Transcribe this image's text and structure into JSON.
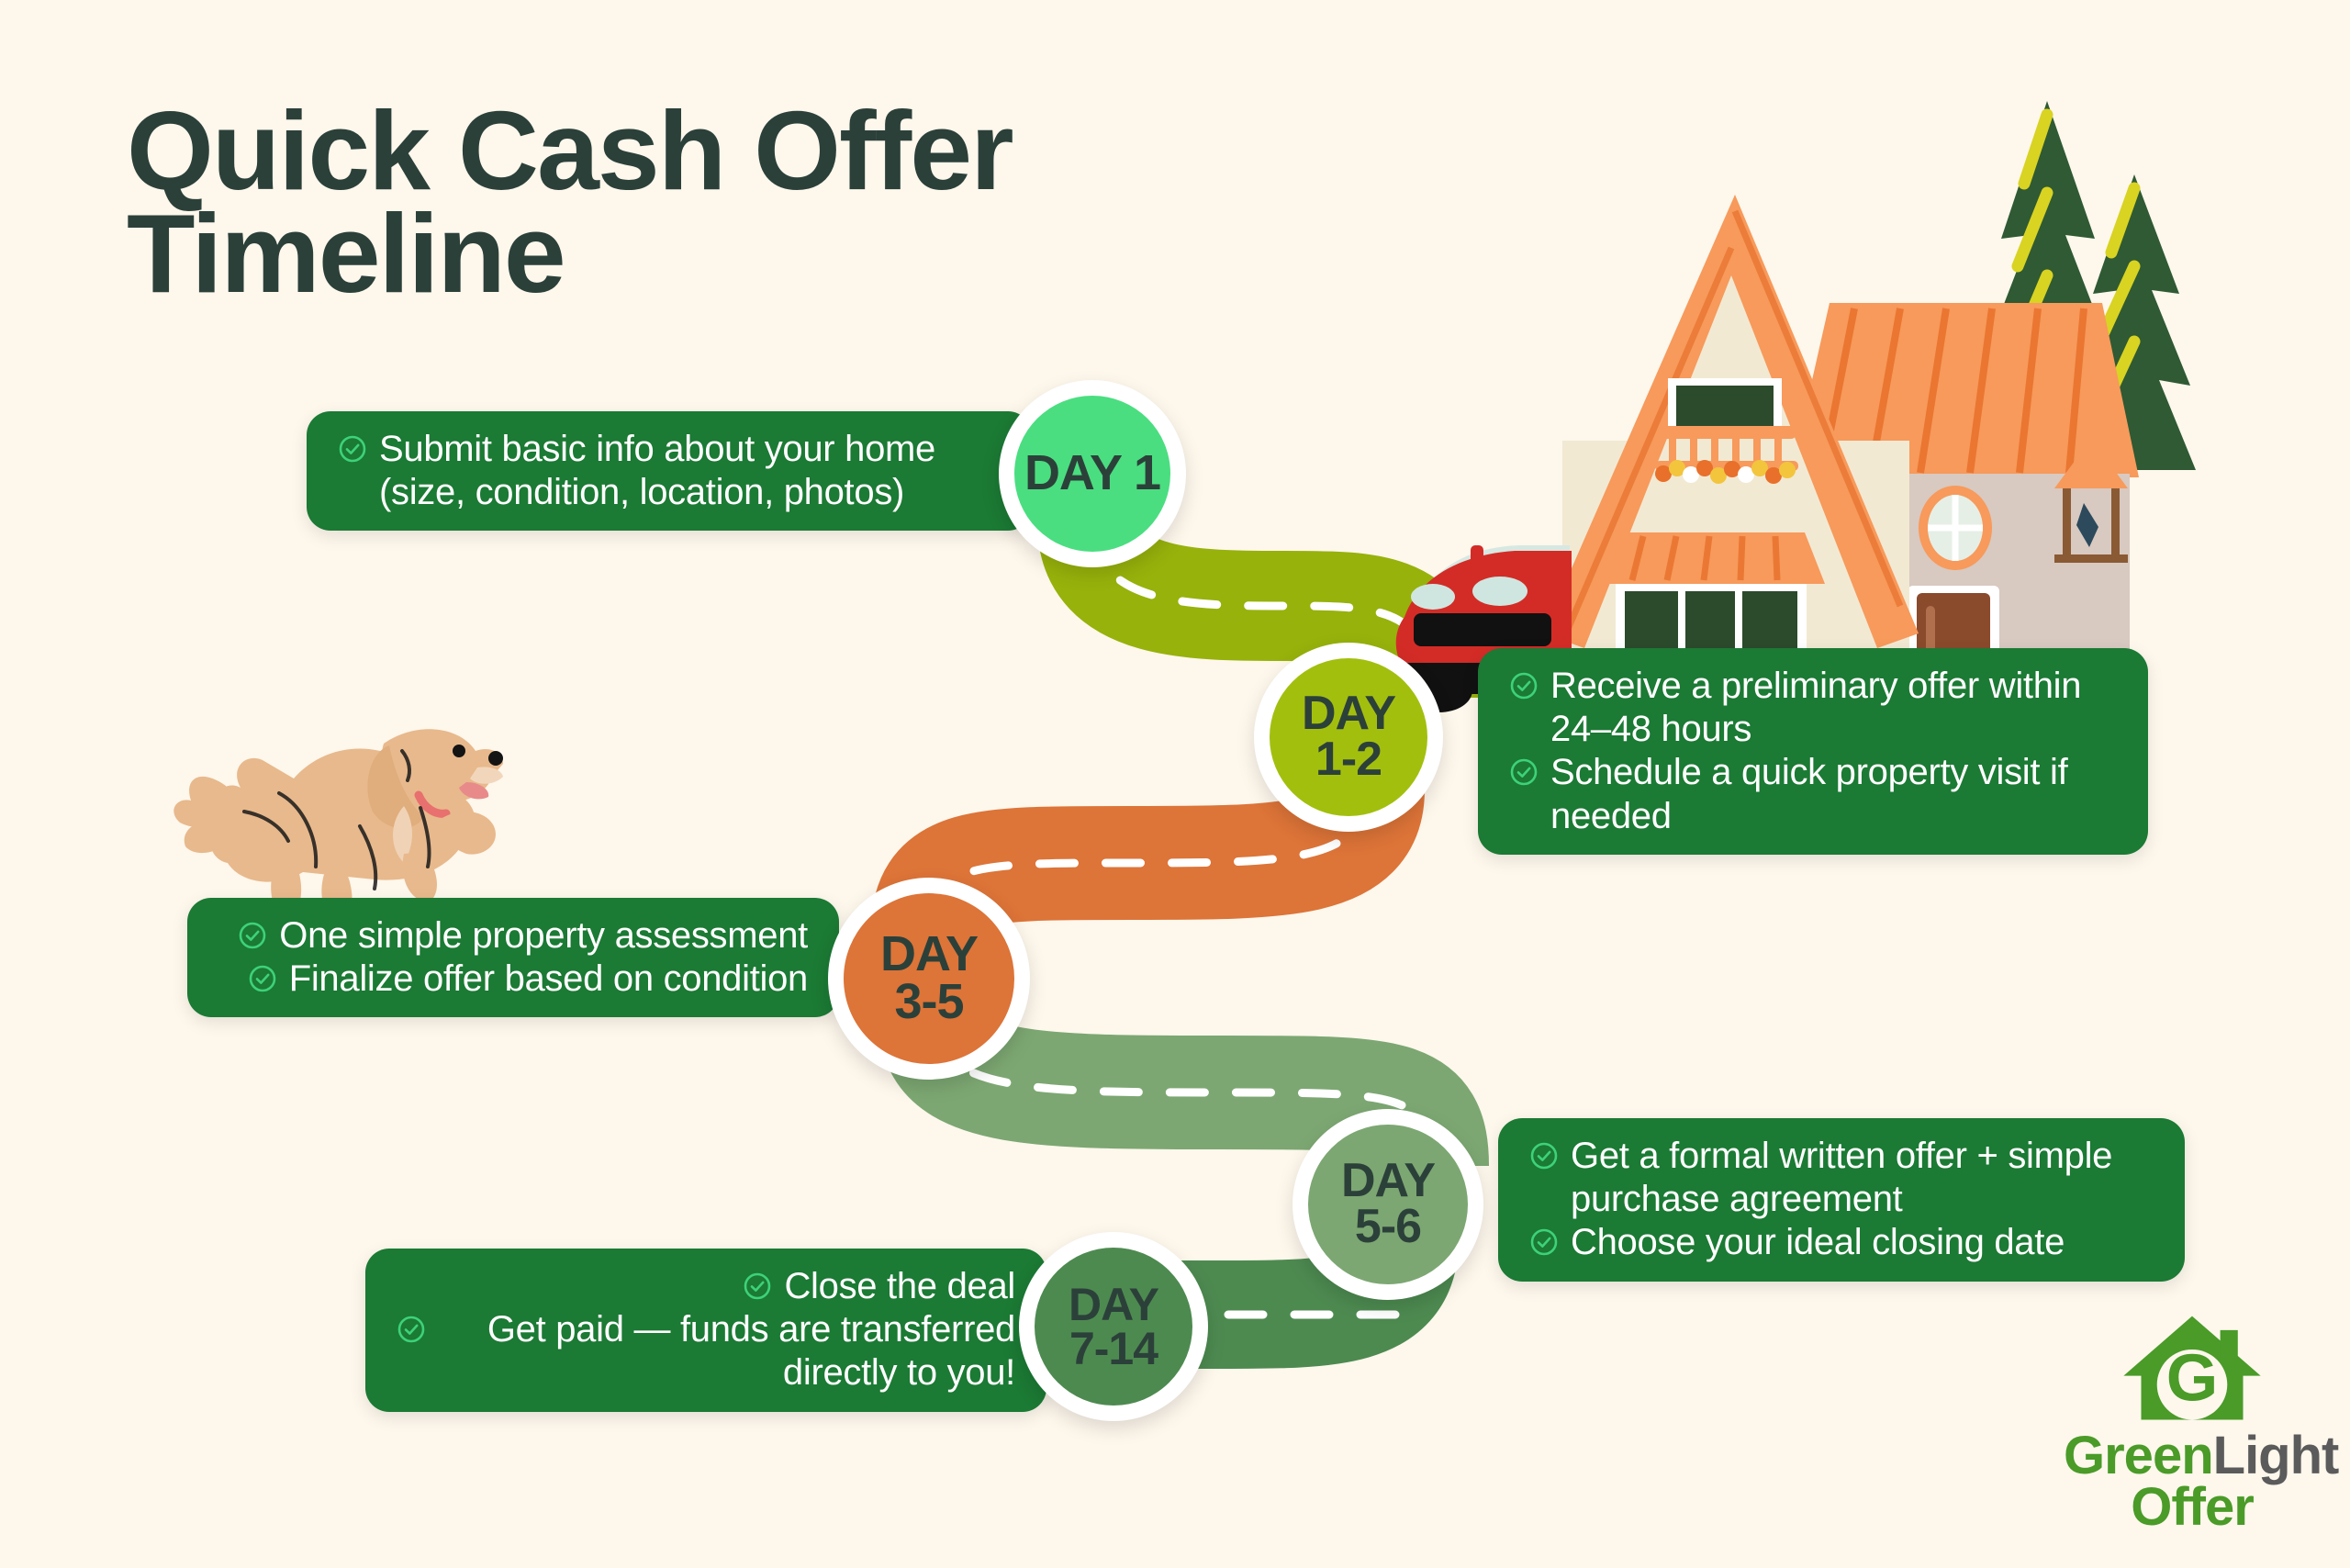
{
  "page": {
    "background_color": "#FDF7EC",
    "title_line1": "Quick Cash Offer",
    "title_line2": "Timeline",
    "title_color": "#2C403A"
  },
  "colors": {
    "card_green": "#1B7A34",
    "check_green": "#3DD27A",
    "day1": "#4ADE80",
    "day2": "#A3BF0E",
    "day3": "#DD7438",
    "day4": "#7CA772",
    "day5": "#4D8A50",
    "road1": "#97B20B",
    "road2": "#DD7438",
    "road3": "#7CA772",
    "road4": "#4D8A50",
    "dash": "#FFFFFF"
  },
  "steps": [
    {
      "badge_label_1": "DAY 1",
      "badge_label_2": "",
      "badge_color": "#4ADE80",
      "items": [
        "Submit basic info about your home\n(size, condition, location, photos)"
      ]
    },
    {
      "badge_label_1": "DAY",
      "badge_label_2": "1-2",
      "badge_color": "#A3BF0E",
      "items": [
        "Receive a preliminary offer within 24–48 hours",
        "Schedule a quick property visit if needed"
      ]
    },
    {
      "badge_label_1": "DAY",
      "badge_label_2": "3-5",
      "badge_color": "#DD7438",
      "items": [
        "One simple property assessment",
        "Finalize offer based on condition"
      ]
    },
    {
      "badge_label_1": "DAY",
      "badge_label_2": "5-6",
      "badge_color": "#7CA772",
      "items": [
        "Get a formal written offer + simple purchase agreement",
        "Choose your ideal closing date"
      ]
    },
    {
      "badge_label_1": "DAY",
      "badge_label_2": "7-14",
      "badge_color": "#4D8A50",
      "items": [
        "Close the deal",
        "Get paid — funds are transferred directly to you!"
      ]
    }
  ],
  "logo": {
    "word_green": "Green",
    "word_gray": "Light",
    "word_offer": "Offer",
    "mark_letter": "G",
    "green": "#4A9B28",
    "gray": "#5B5B5B"
  },
  "illustrations": {
    "house": "house-illustration",
    "car": "red-car-illustration",
    "trees": "pine-trees-illustration",
    "dog": "running-dog-illustration"
  }
}
